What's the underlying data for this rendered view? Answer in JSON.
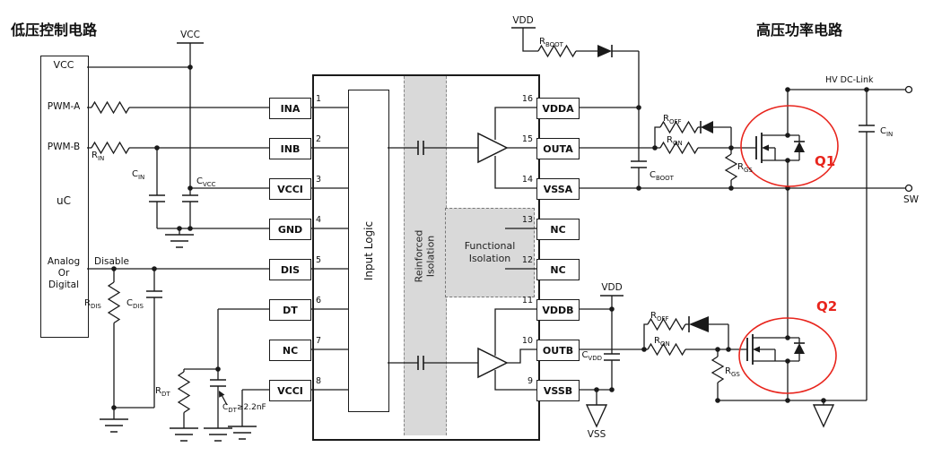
{
  "colors": {
    "highlight": "#e8251d",
    "isolation_fill": "#d9d9d9"
  },
  "titles": {
    "low_side": "低压控制电路",
    "high_side": "高压功率电路"
  },
  "uc": {
    "pin_vcc": "VCC",
    "pin_pwm_a": "PWM-A",
    "pin_pwm_b": "PWM-B",
    "name": "uC",
    "analog": [
      "Analog",
      "Or",
      "Digital"
    ]
  },
  "nets": {
    "vcc": "VCC",
    "disable": "Disable",
    "vdd_top": "VDD",
    "vdd_bottom": "VDD",
    "vss": "VSS",
    "hv_dc_link": "HV DC-Link",
    "sw": "SW"
  },
  "ic": {
    "input_logic": "Input Logic",
    "reinforced": [
      "Reinforced",
      "Isolation"
    ],
    "functional": [
      "Functional",
      "Isolation"
    ],
    "left_pins": [
      {
        "num": "1",
        "name": "INA"
      },
      {
        "num": "2",
        "name": "INB"
      },
      {
        "num": "3",
        "name": "VCCI"
      },
      {
        "num": "4",
        "name": "GND"
      },
      {
        "num": "5",
        "name": "DIS"
      },
      {
        "num": "6",
        "name": "DT"
      },
      {
        "num": "7",
        "name": "NC"
      },
      {
        "num": "8",
        "name": "VCCI"
      }
    ],
    "right_pins": [
      {
        "num": "16",
        "name": "VDDA"
      },
      {
        "num": "15",
        "name": "OUTA"
      },
      {
        "num": "14",
        "name": "VSSA"
      },
      {
        "num": "13",
        "name": "NC"
      },
      {
        "num": "12",
        "name": "NC"
      },
      {
        "num": "11",
        "name": "VDDB"
      },
      {
        "num": "10",
        "name": "OUTB"
      },
      {
        "num": "9",
        "name": "VSSB"
      }
    ]
  },
  "components": {
    "rin": {
      "base": "R",
      "sub": "IN"
    },
    "cin_left": {
      "base": "C",
      "sub": "IN"
    },
    "cvcc": {
      "base": "C",
      "sub": "VCC"
    },
    "rdis": {
      "base": "R",
      "sub": "DIS"
    },
    "cdis": {
      "base": "C",
      "sub": "DIS"
    },
    "rdt": {
      "base": "R",
      "sub": "DT"
    },
    "cdt": {
      "base": "C",
      "sub": "DT",
      "suffix": "≥2.2nF"
    },
    "rboot": {
      "base": "R",
      "sub": "BOOT"
    },
    "cboot": {
      "base": "C",
      "sub": "BOOT"
    },
    "roff_a": {
      "base": "R",
      "sub": "OFF"
    },
    "ron_a": {
      "base": "R",
      "sub": "ON"
    },
    "rgs_a": {
      "base": "R",
      "sub": "GS"
    },
    "roff_b": {
      "base": "R",
      "sub": "OFF"
    },
    "ron_b": {
      "base": "R",
      "sub": "ON"
    },
    "rgs_b": {
      "base": "R",
      "sub": "GS"
    },
    "cvdd": {
      "base": "C",
      "sub": "VDD"
    },
    "cin_right": {
      "base": "C",
      "sub": "IN"
    },
    "q1": "Q1",
    "q2": "Q2"
  }
}
